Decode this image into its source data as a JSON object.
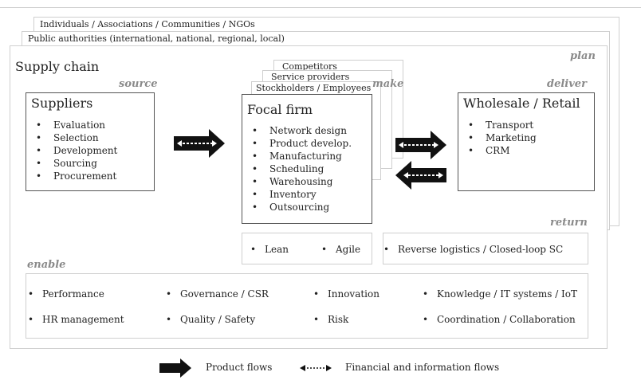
{
  "stakeholders": {
    "individuals": "Individuals / Associations / Communities / NGOs",
    "public_authorities": "Public authorities (international, national, regional, local)"
  },
  "plan_label": "plan",
  "supply_chain_title": "Supply chain",
  "source_label": "source",
  "make_label": "make",
  "deliver_label": "deliver",
  "return_label": "return",
  "enable_label": "enable",
  "suppliers": {
    "title": "Suppliers",
    "items": [
      "Evaluation",
      "Selection",
      "Development",
      "Sourcing",
      "Procurement"
    ]
  },
  "make_stack": {
    "competitors": "Competitors",
    "service_providers": "Service providers",
    "stockholders": "Stockholders / Employees"
  },
  "focal_firm": {
    "title": "Focal firm",
    "items": [
      "Network design",
      "Product develop.",
      "Manufacturing",
      "Scheduling",
      "Warehousing",
      "Inventory",
      "Outsourcing"
    ]
  },
  "wholesale": {
    "title": "Wholesale / Retail",
    "items": [
      "Transport",
      "Marketing",
      "CRM"
    ]
  },
  "strategy": {
    "lean": "Lean",
    "agile": "Agile"
  },
  "reverse": "Reverse logistics / Closed-loop SC",
  "enablers": [
    [
      "Performance",
      "Governance / CSR",
      "Innovation",
      "Knowledge / IT systems / IoT"
    ],
    [
      "HR management",
      "Quality / Safety",
      "Risk",
      "Coordination / Collaboration"
    ]
  ],
  "legend": {
    "product_flows": "Product flows",
    "financial_flows": "Financial and information flows"
  },
  "colors": {
    "arrow": "#111111",
    "label_gray": "#8a8a8a",
    "border_light": "#cfcfcf",
    "border_dark": "#555555"
  }
}
